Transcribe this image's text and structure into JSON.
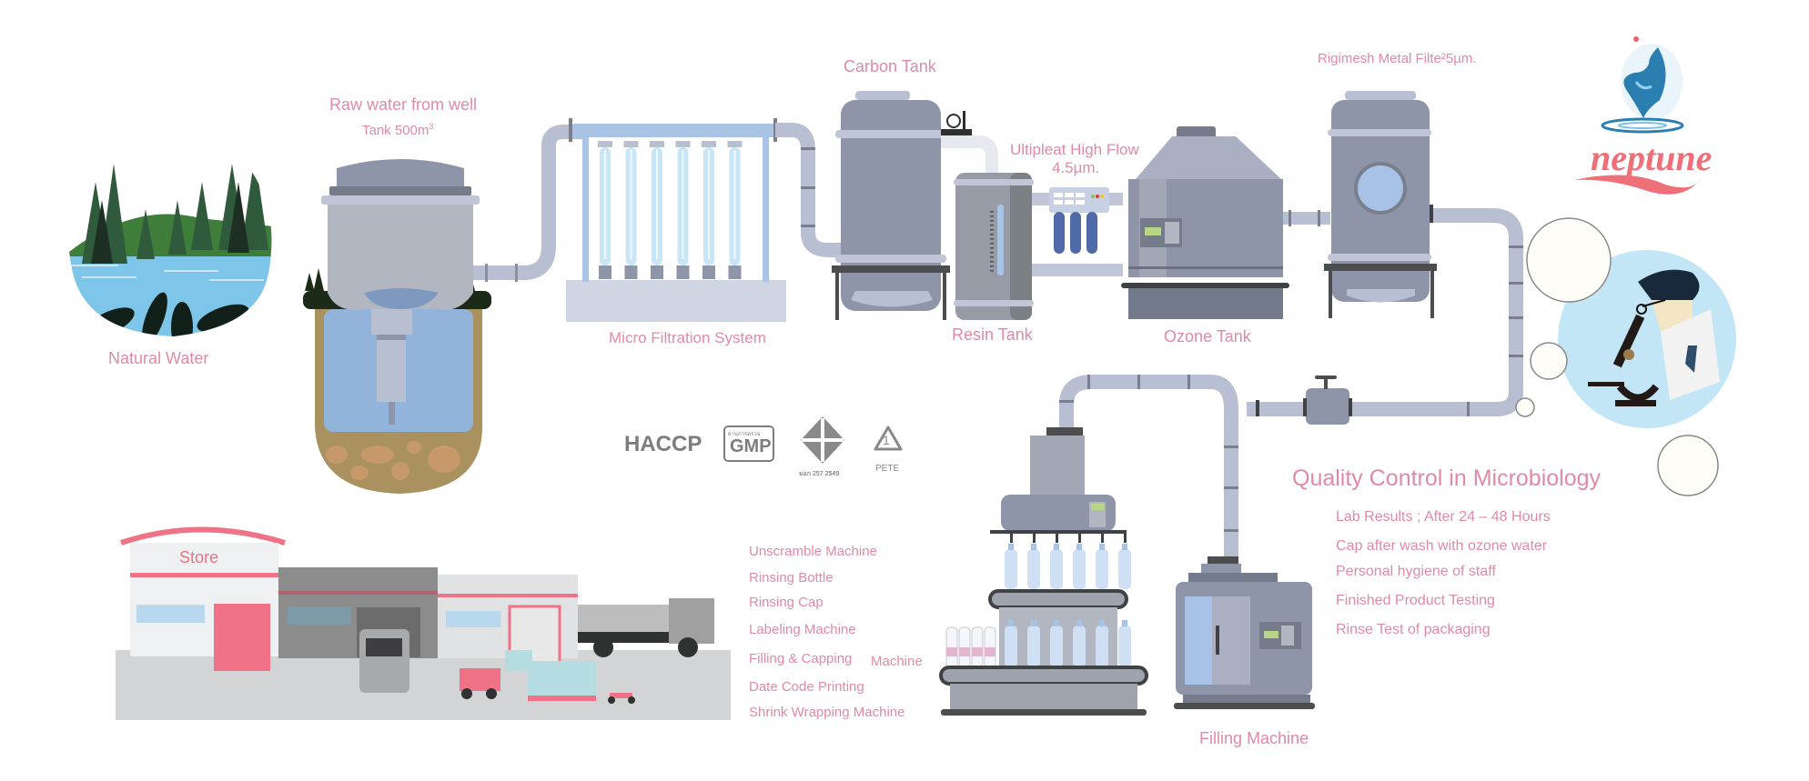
{
  "colors": {
    "label_pink": "#e08aa8",
    "pipe": "#b9bfd3",
    "tank_gray": "#8f95a8",
    "brand_coral": "#ef6f78",
    "water_blue": "#93b4da"
  },
  "labels": {
    "natural_water": "Natural Water",
    "raw_water": "Raw water from well",
    "tank_capacity": "Tank 500m",
    "tank_capacity_sup": "3",
    "micro_filtration": "Micro Filtration System",
    "carbon_tank": "Carbon Tank",
    "resin_tank": "Resin Tank",
    "ultipleat_line1": "Ultipleat High Flow",
    "ultipleat_line2": "4.5µm.",
    "ozone_tank": "Ozone Tank",
    "rigimesh": "Rigimesh Metal Filte²5µm.",
    "filling_machine": "Filling Machine",
    "store": "Store"
  },
  "brand": {
    "name": "neptune",
    "icon": "water-splash-logo"
  },
  "certifications": [
    {
      "name": "HACCP",
      "icon": "haccp-text-logo"
    },
    {
      "name": "GMP",
      "caption": "ผ่านการตรวจ",
      "icon": "gmp-badge"
    },
    {
      "name": "TISI",
      "caption": "มอก 257 2549",
      "icon": "tisi-mark"
    },
    {
      "name": "PETE",
      "number": "1",
      "icon": "recycle-pete-icon"
    }
  ],
  "production_steps": [
    "Unscramble Machine",
    "Rinsing Bottle",
    "Rinsing Cap",
    "Labeling Machine",
    "Filling & Capping",
    "Machine",
    "Date Code Printing",
    "Shrink Wrapping Machine"
  ],
  "quality_control": {
    "title": "Quality Control in Microbiology",
    "items": [
      "Lab Results ; After 24 – 48 Hours",
      "Cap after wash with ozone water",
      "Personal hygiene of staff",
      "Finished Product Testing",
      "Rinse Test of packaging"
    ]
  }
}
